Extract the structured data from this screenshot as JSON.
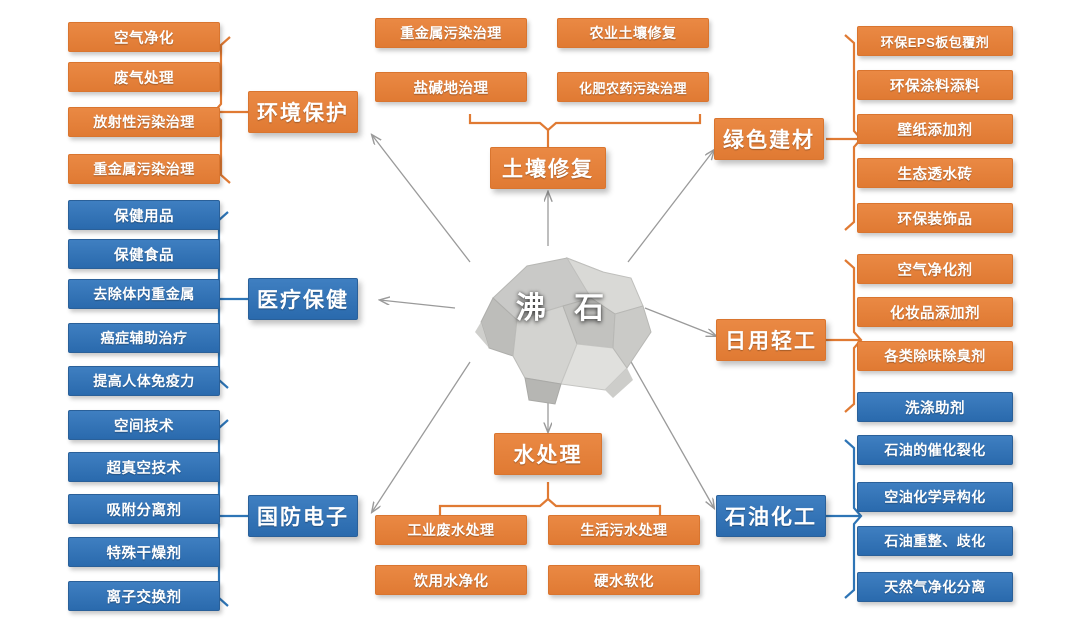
{
  "center": {
    "label": "沸 石",
    "icon": "zeolite-rock-image"
  },
  "colors": {
    "orange": "#e07a33",
    "blue": "#2e75b6",
    "arrow": "#9a9a9a",
    "background": "#ffffff",
    "text": "#ffffff"
  },
  "branches": [
    {
      "id": "environmental-protection",
      "hub": "环境保护",
      "color": "orange",
      "items": [
        {
          "label": "空气净化",
          "color": "orange"
        },
        {
          "label": "废气处理",
          "color": "orange"
        },
        {
          "label": "放射性污染治理",
          "color": "orange"
        },
        {
          "label": "重金属污染治理",
          "color": "orange"
        }
      ]
    },
    {
      "id": "soil-remediation",
      "hub": "土壤修复",
      "color": "orange",
      "items": [
        {
          "label": "重金属污染治理",
          "color": "orange"
        },
        {
          "label": "农业土壤修复",
          "color": "orange"
        },
        {
          "label": "盐碱地治理",
          "color": "orange"
        },
        {
          "label": "化肥农药污染治理",
          "color": "orange"
        }
      ]
    },
    {
      "id": "green-building-materials",
      "hub": "绿色建材",
      "color": "orange",
      "items": [
        {
          "label": "环保EPS板包覆剂",
          "color": "orange"
        },
        {
          "label": "环保涂料添料",
          "color": "orange"
        },
        {
          "label": "壁纸添加剂",
          "color": "orange"
        },
        {
          "label": "生态透水砖",
          "color": "orange"
        },
        {
          "label": "环保装饰品",
          "color": "orange"
        }
      ]
    },
    {
      "id": "daily-light-industry",
      "hub": "日用轻工",
      "color": "orange",
      "items": [
        {
          "label": "空气净化剂",
          "color": "orange"
        },
        {
          "label": "化妆品添加剂",
          "color": "orange"
        },
        {
          "label": "各类除味除臭剂",
          "color": "orange"
        },
        {
          "label": "洗涤助剂",
          "color": "blue"
        }
      ]
    },
    {
      "id": "petrochemical",
      "hub": "石油化工",
      "color": "blue",
      "items": [
        {
          "label": "石油的催化裂化",
          "color": "blue"
        },
        {
          "label": "空油化学异构化",
          "color": "blue"
        },
        {
          "label": "石油重整、歧化",
          "color": "blue"
        },
        {
          "label": "天然气净化分离",
          "color": "blue"
        }
      ]
    },
    {
      "id": "water-treatment",
      "hub": "水处理",
      "color": "orange",
      "items": [
        {
          "label": "工业废水处理",
          "color": "orange"
        },
        {
          "label": "生活污水处理",
          "color": "orange"
        },
        {
          "label": "饮用水净化",
          "color": "orange"
        },
        {
          "label": "硬水软化",
          "color": "orange"
        }
      ]
    },
    {
      "id": "defense-electronics",
      "hub": "国防电子",
      "color": "blue",
      "items": [
        {
          "label": "空间技术",
          "color": "blue"
        },
        {
          "label": "超真空技术",
          "color": "blue"
        },
        {
          "label": "吸附分离剂",
          "color": "blue"
        },
        {
          "label": "特殊干燥剂",
          "color": "blue"
        },
        {
          "label": "离子交换剂",
          "color": "blue"
        }
      ]
    },
    {
      "id": "medical-healthcare",
      "hub": "医疗保健",
      "color": "blue",
      "items": [
        {
          "label": "保健用品",
          "color": "blue"
        },
        {
          "label": "保健食品",
          "color": "blue"
        },
        {
          "label": "去除体内重金属",
          "color": "blue"
        },
        {
          "label": "癌症辅助治疗",
          "color": "blue"
        },
        {
          "label": "提高人体免疫力",
          "color": "blue"
        }
      ]
    }
  ]
}
